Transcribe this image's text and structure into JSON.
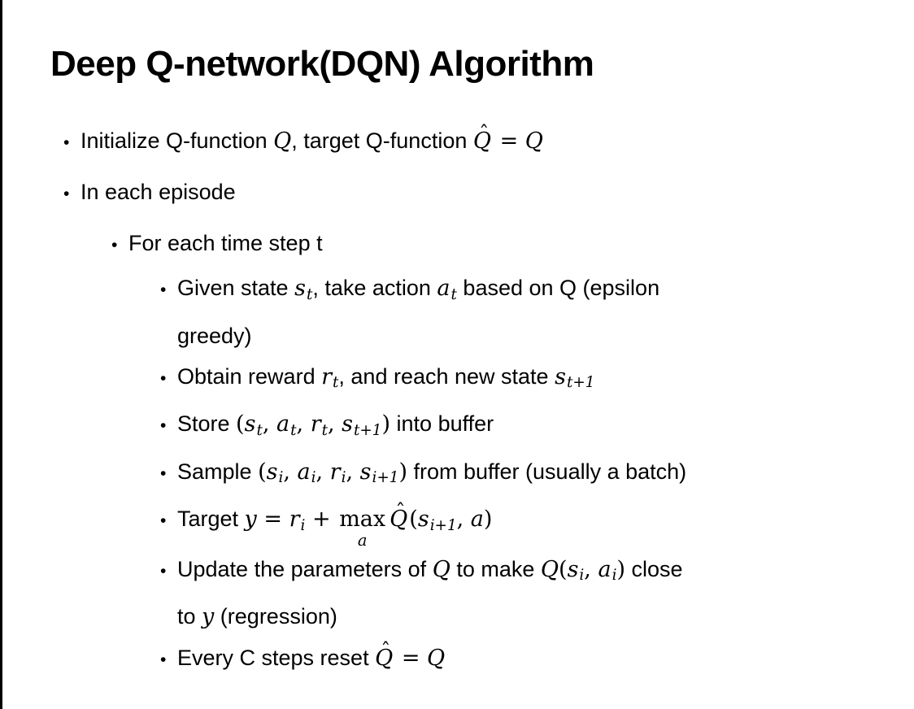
{
  "slide": {
    "title": "Deep Q-network(DQN) Algorithm",
    "bullet_char": "•",
    "hat_char": "ˆ",
    "border_color": "#000000",
    "items": [
      {
        "level": 1,
        "lines": [
          [
            [
              "p",
              "Initialize Q-function "
            ],
            [
              "v",
              "Q"
            ],
            [
              "p",
              ", target Q-function "
            ],
            [
              "hat",
              "Q"
            ],
            [
              "m",
              " = "
            ],
            [
              "v",
              "Q"
            ]
          ]
        ]
      },
      {
        "level": 1,
        "lines": [
          [
            [
              "p",
              "In each episode"
            ]
          ]
        ]
      },
      {
        "level": 2,
        "lines": [
          [
            [
              "p",
              "For each time step t"
            ]
          ]
        ]
      },
      {
        "level": 3,
        "lines": [
          [
            [
              "p",
              "Given state "
            ],
            [
              "vs",
              "s",
              "t"
            ],
            [
              "p",
              ", take action "
            ],
            [
              "vs",
              "a",
              "t"
            ],
            [
              "p",
              " based on Q (epsilon"
            ]
          ],
          [
            [
              "p",
              "greedy)"
            ]
          ]
        ]
      },
      {
        "level": 3,
        "lines": [
          [
            [
              "p",
              "Obtain reward "
            ],
            [
              "vs",
              "r",
              "t"
            ],
            [
              "p",
              ", and reach new state "
            ],
            [
              "vs",
              "s",
              "t+1"
            ]
          ]
        ]
      },
      {
        "level": 3,
        "lines": [
          [
            [
              "p",
              "Store "
            ],
            [
              "m",
              "("
            ],
            [
              "vs",
              "s",
              "t"
            ],
            [
              "m",
              ", "
            ],
            [
              "vs",
              "a",
              "t"
            ],
            [
              "m",
              ", "
            ],
            [
              "vs",
              "r",
              "t"
            ],
            [
              "m",
              ", "
            ],
            [
              "vs",
              "s",
              "t+1"
            ],
            [
              "m",
              ")"
            ],
            [
              "p",
              " into buffer"
            ]
          ]
        ]
      },
      {
        "level": 3,
        "lines": [
          [
            [
              "p",
              "Sample "
            ],
            [
              "m",
              "("
            ],
            [
              "vs",
              "s",
              "i"
            ],
            [
              "m",
              ", "
            ],
            [
              "vs",
              "a",
              "i"
            ],
            [
              "m",
              ", "
            ],
            [
              "vs",
              "r",
              "i"
            ],
            [
              "m",
              ", "
            ],
            [
              "vs",
              "s",
              "i+1"
            ],
            [
              "m",
              ")"
            ],
            [
              "p",
              " from buffer (usually a batch)"
            ]
          ]
        ]
      },
      {
        "level": 3,
        "lines": [
          [
            [
              "p",
              "Target "
            ],
            [
              "v",
              "y"
            ],
            [
              "m",
              " = "
            ],
            [
              "vs",
              "r",
              "i"
            ],
            [
              "m",
              " + "
            ],
            [
              "max",
              "max",
              "a"
            ],
            [
              "hat",
              "Q"
            ],
            [
              "m",
              "("
            ],
            [
              "vs",
              "s",
              "i+1"
            ],
            [
              "m",
              ", "
            ],
            [
              "v",
              "a"
            ],
            [
              "m",
              ")"
            ]
          ]
        ]
      },
      {
        "level": 3,
        "lines": [
          [
            [
              "p",
              "Update the parameters of "
            ],
            [
              "v",
              "Q"
            ],
            [
              "p",
              " to make "
            ],
            [
              "v",
              "Q"
            ],
            [
              "m",
              "("
            ],
            [
              "vs",
              "s",
              "i"
            ],
            [
              "m",
              ", "
            ],
            [
              "vs",
              "a",
              "i"
            ],
            [
              "m",
              ")"
            ],
            [
              "p",
              " close"
            ]
          ],
          [
            [
              "p",
              "to "
            ],
            [
              "v",
              "y"
            ],
            [
              "p",
              " (regression)"
            ]
          ]
        ]
      },
      {
        "level": 3,
        "lines": [
          [
            [
              "p",
              "Every C steps reset "
            ],
            [
              "hat",
              "Q"
            ],
            [
              "m",
              " = "
            ],
            [
              "v",
              "Q"
            ]
          ]
        ]
      }
    ]
  }
}
